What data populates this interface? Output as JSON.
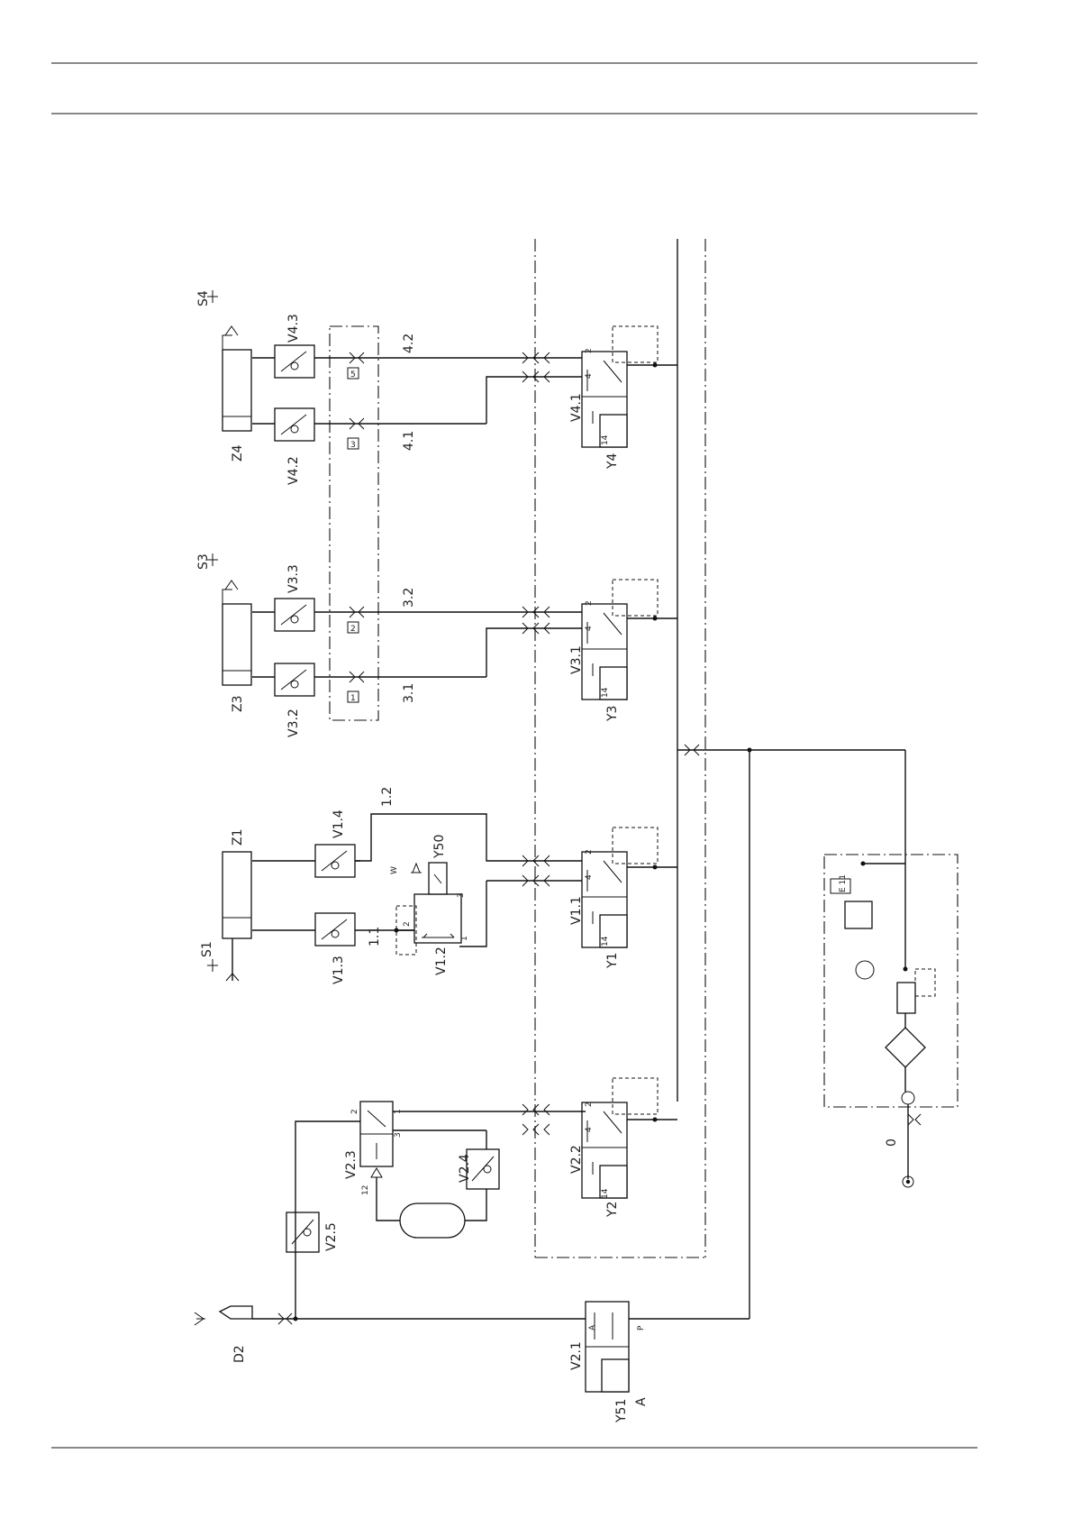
{
  "labels": {
    "S4": "S4",
    "S3": "S3",
    "S1": "S1",
    "Z4": "Z4",
    "Z3": "Z3",
    "Z1": "Z1",
    "V4_3": "V4.3",
    "V4_2": "V4.2",
    "V3_3": "V3.3",
    "V3_2": "V3.2",
    "V1_4": "V1.4",
    "V1_3": "V1.3",
    "V1_2": "V1.2",
    "Y50": "Y50",
    "W": "W",
    "L4_2": "4.2",
    "L4_1": "4.1",
    "L3_2": "3.2",
    "L3_1": "3.1",
    "L1_2": "1.2",
    "L1_1": "1.1",
    "V4_1": "V4.1",
    "Y4": "Y4",
    "V3_1": "V3.1",
    "Y3": "Y3",
    "V1_1": "V1.1",
    "Y1": "Y1",
    "V2_2": "V2.2",
    "Y2": "Y2",
    "V2_3": "V2.3",
    "V2_4": "V2.4",
    "V2_5": "V2.5",
    "D2": "D2",
    "V2_1": "V2.1",
    "Y51": "Y51",
    "A_cmd": "A",
    "A_port": "A",
    "P_port": "P",
    "E11": "E 11",
    "zero": "0",
    "valve_nums": {
      "n2": "2",
      "n4": "4",
      "n3": "3",
      "n5": "5",
      "n1": "1",
      "n14": "14",
      "n12": "12"
    }
  },
  "terminals": [
    "5",
    "3",
    "2",
    "1"
  ]
}
